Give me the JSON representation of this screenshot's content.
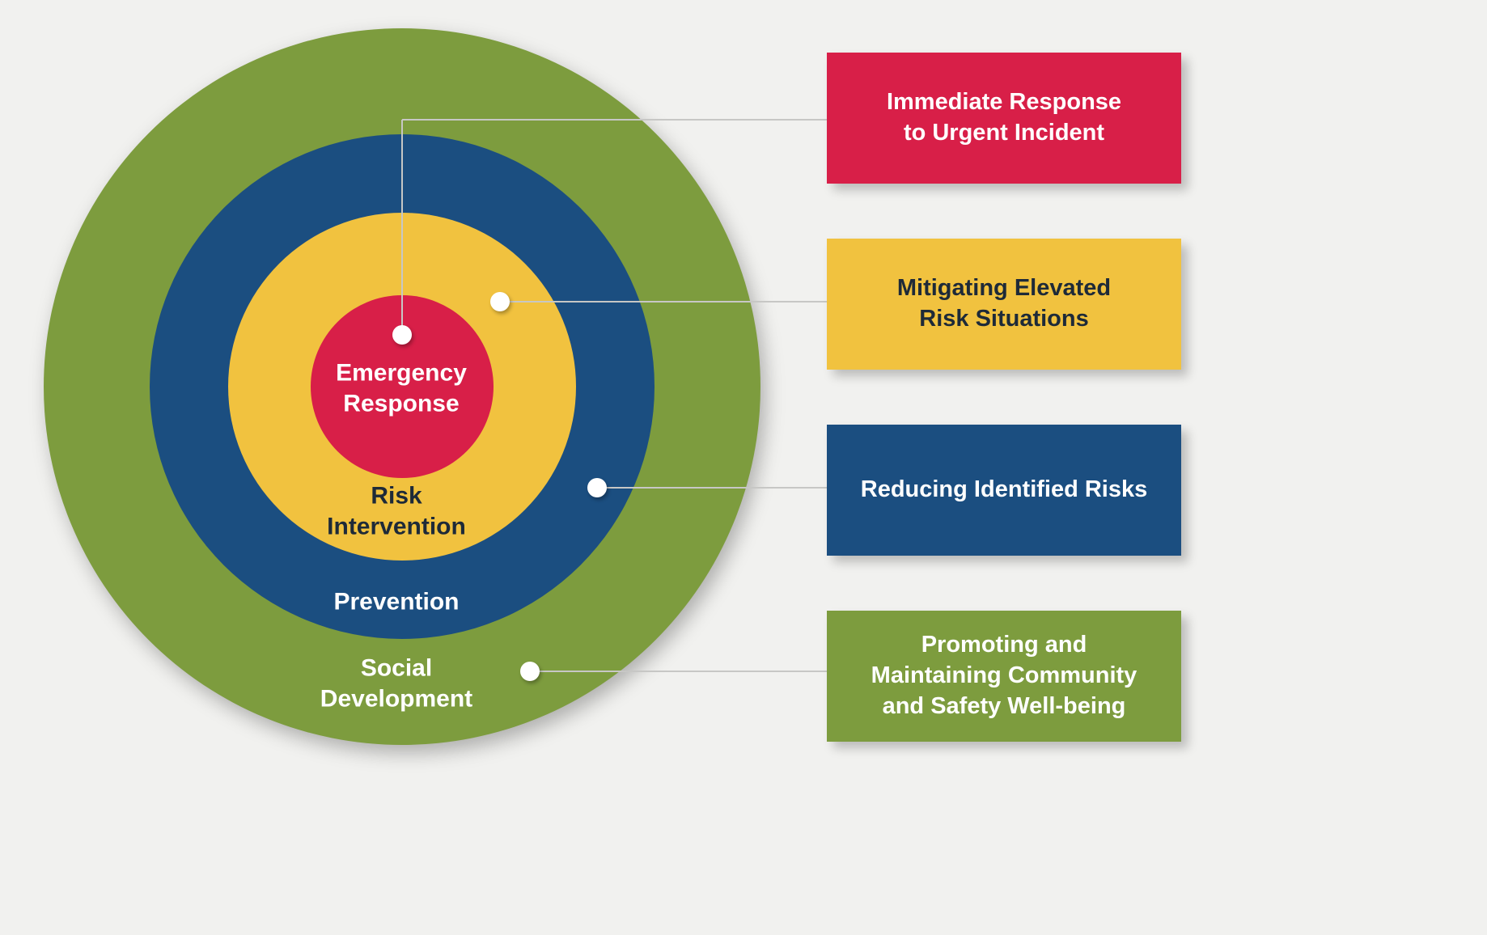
{
  "background_color": "#f1f1ef",
  "connector_color": "#c7c7c5",
  "diagram": {
    "rings": [
      {
        "id": "social-development",
        "label": "Social Development",
        "color": "#7d9c3e",
        "text_color": "#ffffff"
      },
      {
        "id": "prevention",
        "label": "Prevention",
        "color": "#1b4e80",
        "text_color": "#ffffff"
      },
      {
        "id": "risk-intervention",
        "label": "Risk Intervention",
        "color": "#f1c23f",
        "text_color": "#1e2a38"
      },
      {
        "id": "emergency-response",
        "label": "Emergency Response",
        "color": "#d81f48",
        "text_color": "#ffffff"
      }
    ]
  },
  "callouts": [
    {
      "id": "immediate-response",
      "label": "Immediate Response to Urgent Incident",
      "color": "#d81f48",
      "text_color": "#ffffff"
    },
    {
      "id": "mitigating-risk",
      "label": "Mitigating Elevated Risk Situations",
      "color": "#f1c23f",
      "text_color": "#1e2a38"
    },
    {
      "id": "reducing-risks",
      "label": "Reducing Identified Risks",
      "color": "#1b4e80",
      "text_color": "#ffffff"
    },
    {
      "id": "promoting-wellbeing",
      "label": "Promoting and Maintaining Community and Safety Well-being",
      "color": "#7d9c3e",
      "text_color": "#ffffff"
    }
  ]
}
